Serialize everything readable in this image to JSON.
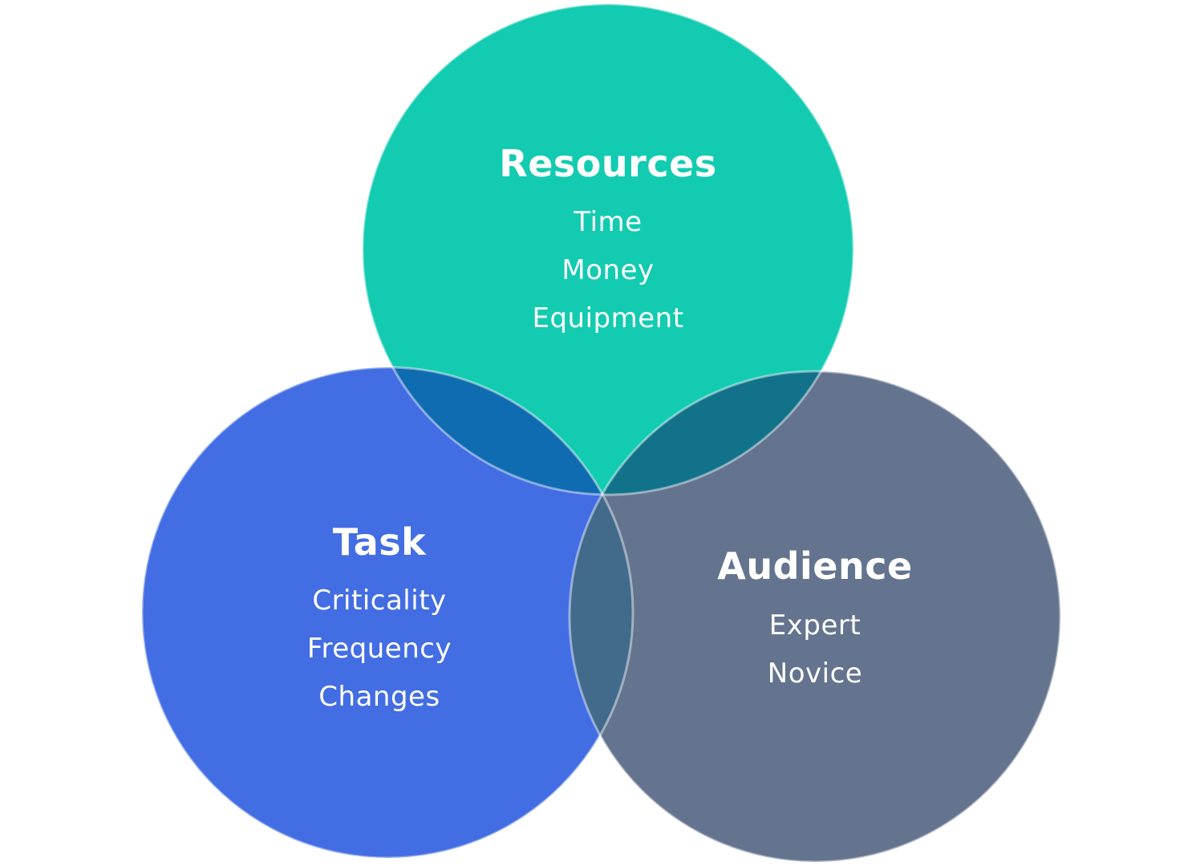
{
  "colors": {
    "resources": "#12cbb0",
    "task": "#436de3",
    "audience": "#64748f",
    "overlap_task_resources": "#0f6cb0",
    "overlap_resources_audience": "#12728a",
    "overlap_task_audience": "#416a8b"
  },
  "circles": {
    "resources": {
      "title": "Resources",
      "items": [
        "Time",
        "Money",
        "Equipment"
      ]
    },
    "task": {
      "title": "Task",
      "items": [
        "Criticality",
        "Frequency",
        "Changes"
      ]
    },
    "audience": {
      "title": "Audience",
      "items": [
        "Expert",
        "Novice"
      ]
    }
  }
}
